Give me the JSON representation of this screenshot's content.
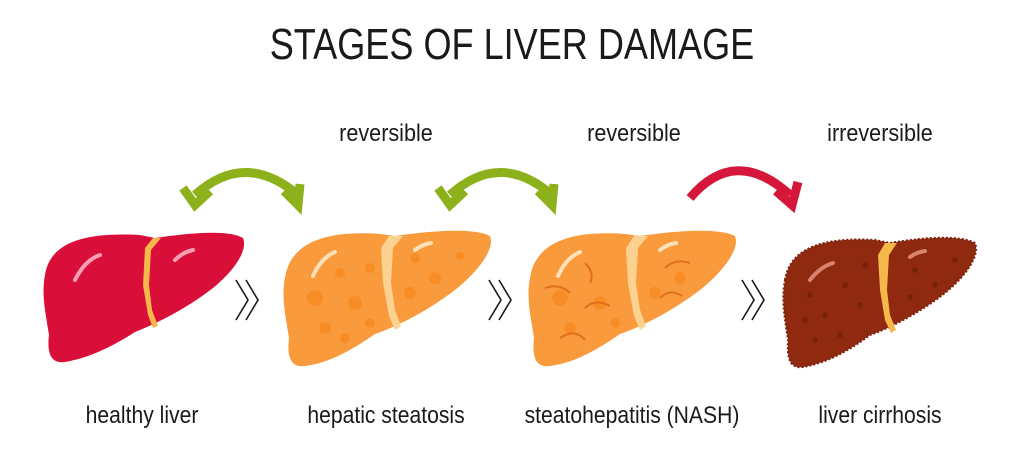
{
  "title": "STAGES OF LIVER DAMAGE",
  "transitions": [
    {
      "label": "reversible",
      "arrow": "double-curved-arrow",
      "color": "#8db11b"
    },
    {
      "label": "reversible",
      "arrow": "double-curved-arrow",
      "color": "#8db11b"
    },
    {
      "label": "irreversible",
      "arrow": "curved-arrow",
      "color": "#d4173a"
    }
  ],
  "stages": [
    {
      "label": "healthy liver",
      "color": "#d90f3a"
    },
    {
      "label": "hepatic steatosis",
      "color": "#f99a3c"
    },
    {
      "label": "steatohepatitis (NASH)",
      "color": "#f99a3c"
    },
    {
      "label": "liver cirrhosis",
      "color": "#8f2a10"
    }
  ],
  "separator_icon": "double-chevron-right-icon",
  "ligament_color": "#f6b84a"
}
